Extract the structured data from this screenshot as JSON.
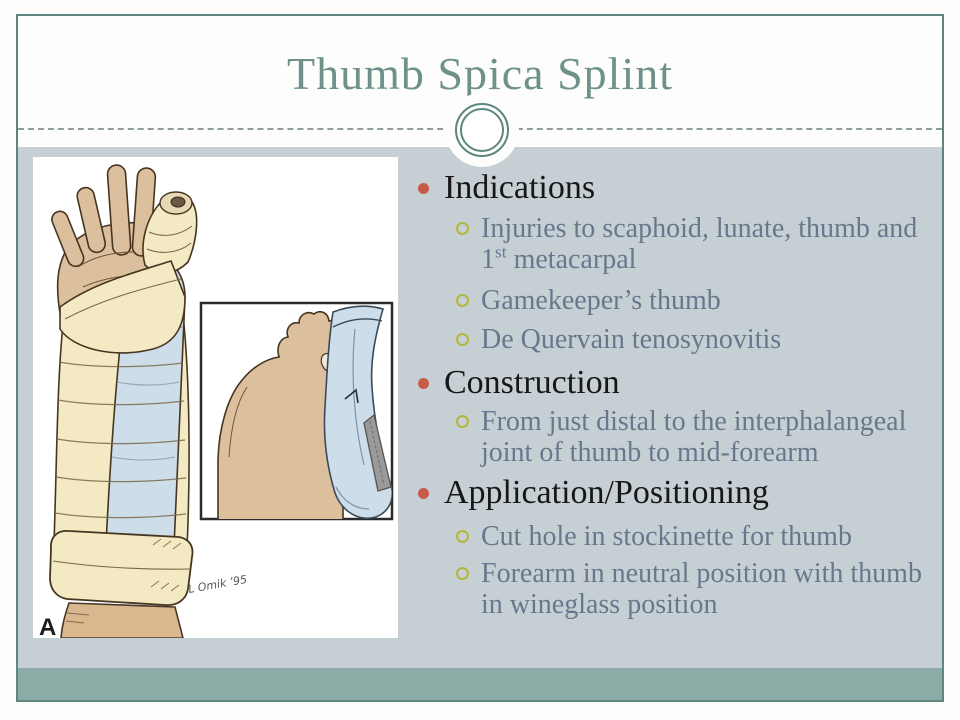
{
  "slide": {
    "title": "Thumb Spica Splint"
  },
  "content": {
    "sections": [
      {
        "heading": "Indications",
        "subitems": [
          {
            "pre": "Injuries to scaphoid, lunate, thumb and 1",
            "sup": "st",
            "post": " metacarpal"
          },
          {
            "text": "Gamekeeper’s thumb"
          },
          {
            "text": "De Quervain tenosynovitis"
          }
        ]
      },
      {
        "heading": "Construction",
        "subitems": [
          {
            "text": "From just distal to the interphalangeal joint of thumb to mid-forearm"
          }
        ]
      },
      {
        "heading": "Application/Positioning",
        "subitems": [
          {
            "text": "Cut hole in stockinette for thumb"
          },
          {
            "text": "Forearm in neutral position with thumb in wineglass position"
          }
        ]
      }
    ]
  },
  "illustration": {
    "label": "A",
    "signature": "L Omik ’95"
  },
  "colors": {
    "accent_teal": "#5d867f",
    "title_teal": "#6e918b",
    "panel_gray": "#c6cfd4",
    "sage_band": "#8caba7",
    "heading_bullet_red": "#c75b49",
    "sub_bullet_olive": "#b3b73a",
    "body_text_slate": "#68788c",
    "skin_tone": "#dcbf9c",
    "bandage_cream": "#f3e9c3",
    "splint_blue": "#cdddea"
  }
}
